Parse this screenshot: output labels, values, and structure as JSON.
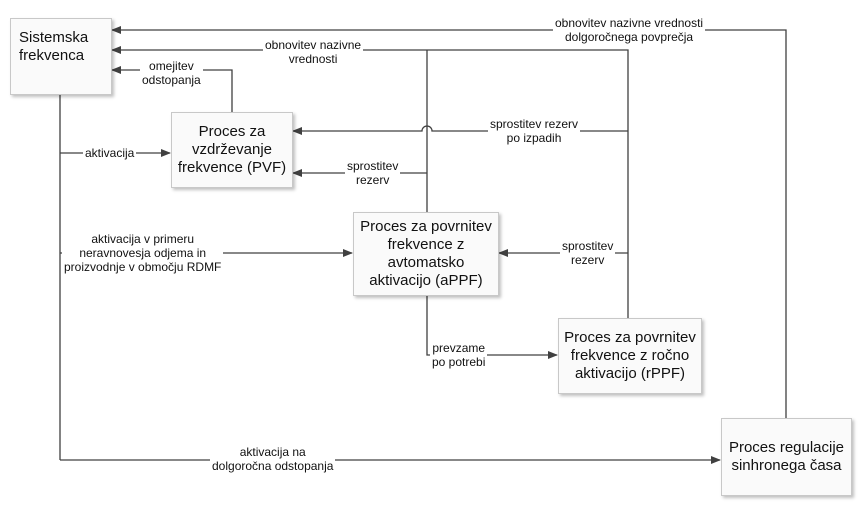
{
  "boxes": {
    "sistemska": "Sistemska\nfrekvenca",
    "pvf": "Proces za\nvzdrževanje\nfrekvence (PVF)",
    "appf": "Proces za povrnitev\nfrekvence z\navtomatsko\naktivacijo (aPPF)",
    "rppf": "Proces za povrnitev\nfrekvence z ročno\naktivacijo (rPPF)",
    "cas": "Proces regulacije\nsinhronega časa"
  },
  "labels": {
    "obnovitev_dolgorocne": "obnovitev nazivne vrednosti\ndolgoročnega povprečja",
    "obnovitev_nazivne": "obnovitev nazivne\nvrednosti",
    "omejitev": "omejitev\nodstopanja",
    "aktivacija": "aktivacija",
    "sprostitev_izpadih": "sprostitev rezerv\npo izpadih",
    "sprostitev_pvf": "sprostitev\nrezerv",
    "aktivacija_primeru": "aktivacija v primeru\nneravnovesja odjema in\nproizvodnje v območju RDMF",
    "sprostitev_appf": "sprostitev\nrezerv",
    "prevzame": "prevzame\npo potrebi",
    "aktivacija_dolgorocna": "aktivacija na\ndolgoročna odstopanja"
  },
  "colors": {
    "line": "#404040",
    "box_border": "#c8c8c8"
  }
}
